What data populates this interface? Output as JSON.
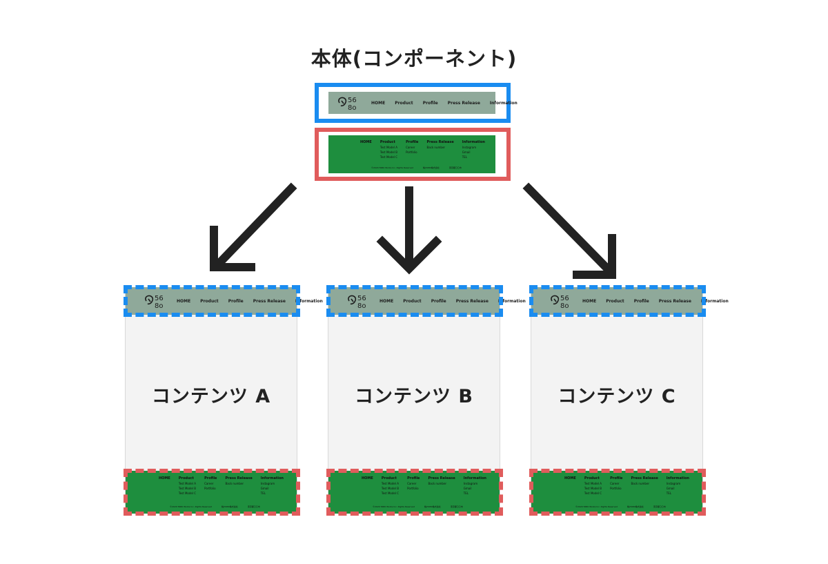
{
  "title": "本体(コンポーネント)",
  "header": {
    "nav": [
      "HOME",
      "Product",
      "Profile",
      "Press Release",
      "Information"
    ]
  },
  "footer": {
    "home": "HOME",
    "columns": [
      {
        "heading": "Product",
        "items": [
          "Test Model A",
          "Test Model B",
          "Test Model C"
        ]
      },
      {
        "heading": "Profile",
        "items": [
          "Career",
          "Portfolio"
        ]
      },
      {
        "heading": "Press Release",
        "items": [
          "Back number"
        ]
      },
      {
        "heading": "Information",
        "items": [
          "Instagram",
          "Gmail",
          "TEL"
        ]
      }
    ],
    "copyright": "©2020 5680 Works Inc. Rights Reserved",
    "bottom_mid": "株)5680株式会社",
    "bottom_right": "東京都〇〇市"
  },
  "pages": [
    {
      "label": "コンテンツ A"
    },
    {
      "label": "コンテンツ B"
    },
    {
      "label": "コンテンツ C"
    }
  ],
  "colors": {
    "header_bg": "#8fa99a",
    "footer_bg": "#1e8e3e",
    "header_frame": "#1a8cf0",
    "footer_frame": "#e05c5c",
    "content_bg": "#f3f3f3"
  }
}
